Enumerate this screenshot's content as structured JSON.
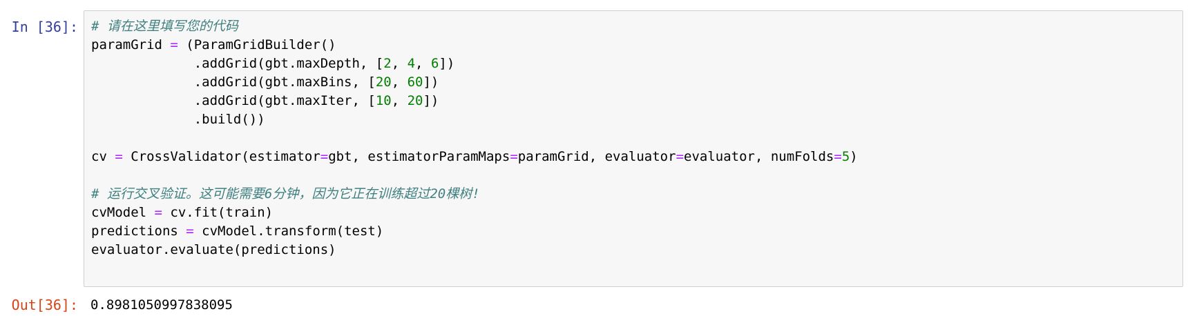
{
  "cell": {
    "in_prompt": "In [36]:",
    "out_prompt": "Out[36]:",
    "output": "0.8981050997838095",
    "colors": {
      "in_prompt": "#303F9F",
      "out_prompt": "#D84315",
      "comment": "#408080",
      "operator": "#AA22FF",
      "number": "#008000"
    },
    "code_lines": [
      [
        {
          "t": "comment",
          "v": "# 请在这里填写您的代码"
        }
      ],
      [
        {
          "t": "plain",
          "v": "paramGrid "
        },
        {
          "t": "op",
          "v": "="
        },
        {
          "t": "plain",
          "v": " (ParamGridBuilder()"
        }
      ],
      [
        {
          "t": "plain",
          "v": "             .addGrid(gbt.maxDepth, ["
        },
        {
          "t": "num",
          "v": "2"
        },
        {
          "t": "plain",
          "v": ", "
        },
        {
          "t": "num",
          "v": "4"
        },
        {
          "t": "plain",
          "v": ", "
        },
        {
          "t": "num",
          "v": "6"
        },
        {
          "t": "plain",
          "v": "])"
        }
      ],
      [
        {
          "t": "plain",
          "v": "             .addGrid(gbt.maxBins, ["
        },
        {
          "t": "num",
          "v": "20"
        },
        {
          "t": "plain",
          "v": ", "
        },
        {
          "t": "num",
          "v": "60"
        },
        {
          "t": "plain",
          "v": "])"
        }
      ],
      [
        {
          "t": "plain",
          "v": "             .addGrid(gbt.maxIter, ["
        },
        {
          "t": "num",
          "v": "10"
        },
        {
          "t": "plain",
          "v": ", "
        },
        {
          "t": "num",
          "v": "20"
        },
        {
          "t": "plain",
          "v": "])"
        }
      ],
      [
        {
          "t": "plain",
          "v": "             .build())"
        }
      ],
      [],
      [
        {
          "t": "plain",
          "v": "cv "
        },
        {
          "t": "op",
          "v": "="
        },
        {
          "t": "plain",
          "v": " CrossValidator(estimator"
        },
        {
          "t": "op",
          "v": "="
        },
        {
          "t": "plain",
          "v": "gbt, estimatorParamMaps"
        },
        {
          "t": "op",
          "v": "="
        },
        {
          "t": "plain",
          "v": "paramGrid, evaluator"
        },
        {
          "t": "op",
          "v": "="
        },
        {
          "t": "plain",
          "v": "evaluator, numFolds"
        },
        {
          "t": "op",
          "v": "="
        },
        {
          "t": "num",
          "v": "5"
        },
        {
          "t": "plain",
          "v": ")"
        }
      ],
      [],
      [
        {
          "t": "comment",
          "v": "# 运行交叉验证。这可能需要6分钟，因为它正在训练超过20棵树!"
        }
      ],
      [
        {
          "t": "plain",
          "v": "cvModel "
        },
        {
          "t": "op",
          "v": "="
        },
        {
          "t": "plain",
          "v": " cv.fit(train)"
        }
      ],
      [
        {
          "t": "plain",
          "v": "predictions "
        },
        {
          "t": "op",
          "v": "="
        },
        {
          "t": "plain",
          "v": " cvModel.transform(test)"
        }
      ],
      [
        {
          "t": "plain",
          "v": "evaluator.evaluate(predictions)"
        }
      ]
    ]
  }
}
